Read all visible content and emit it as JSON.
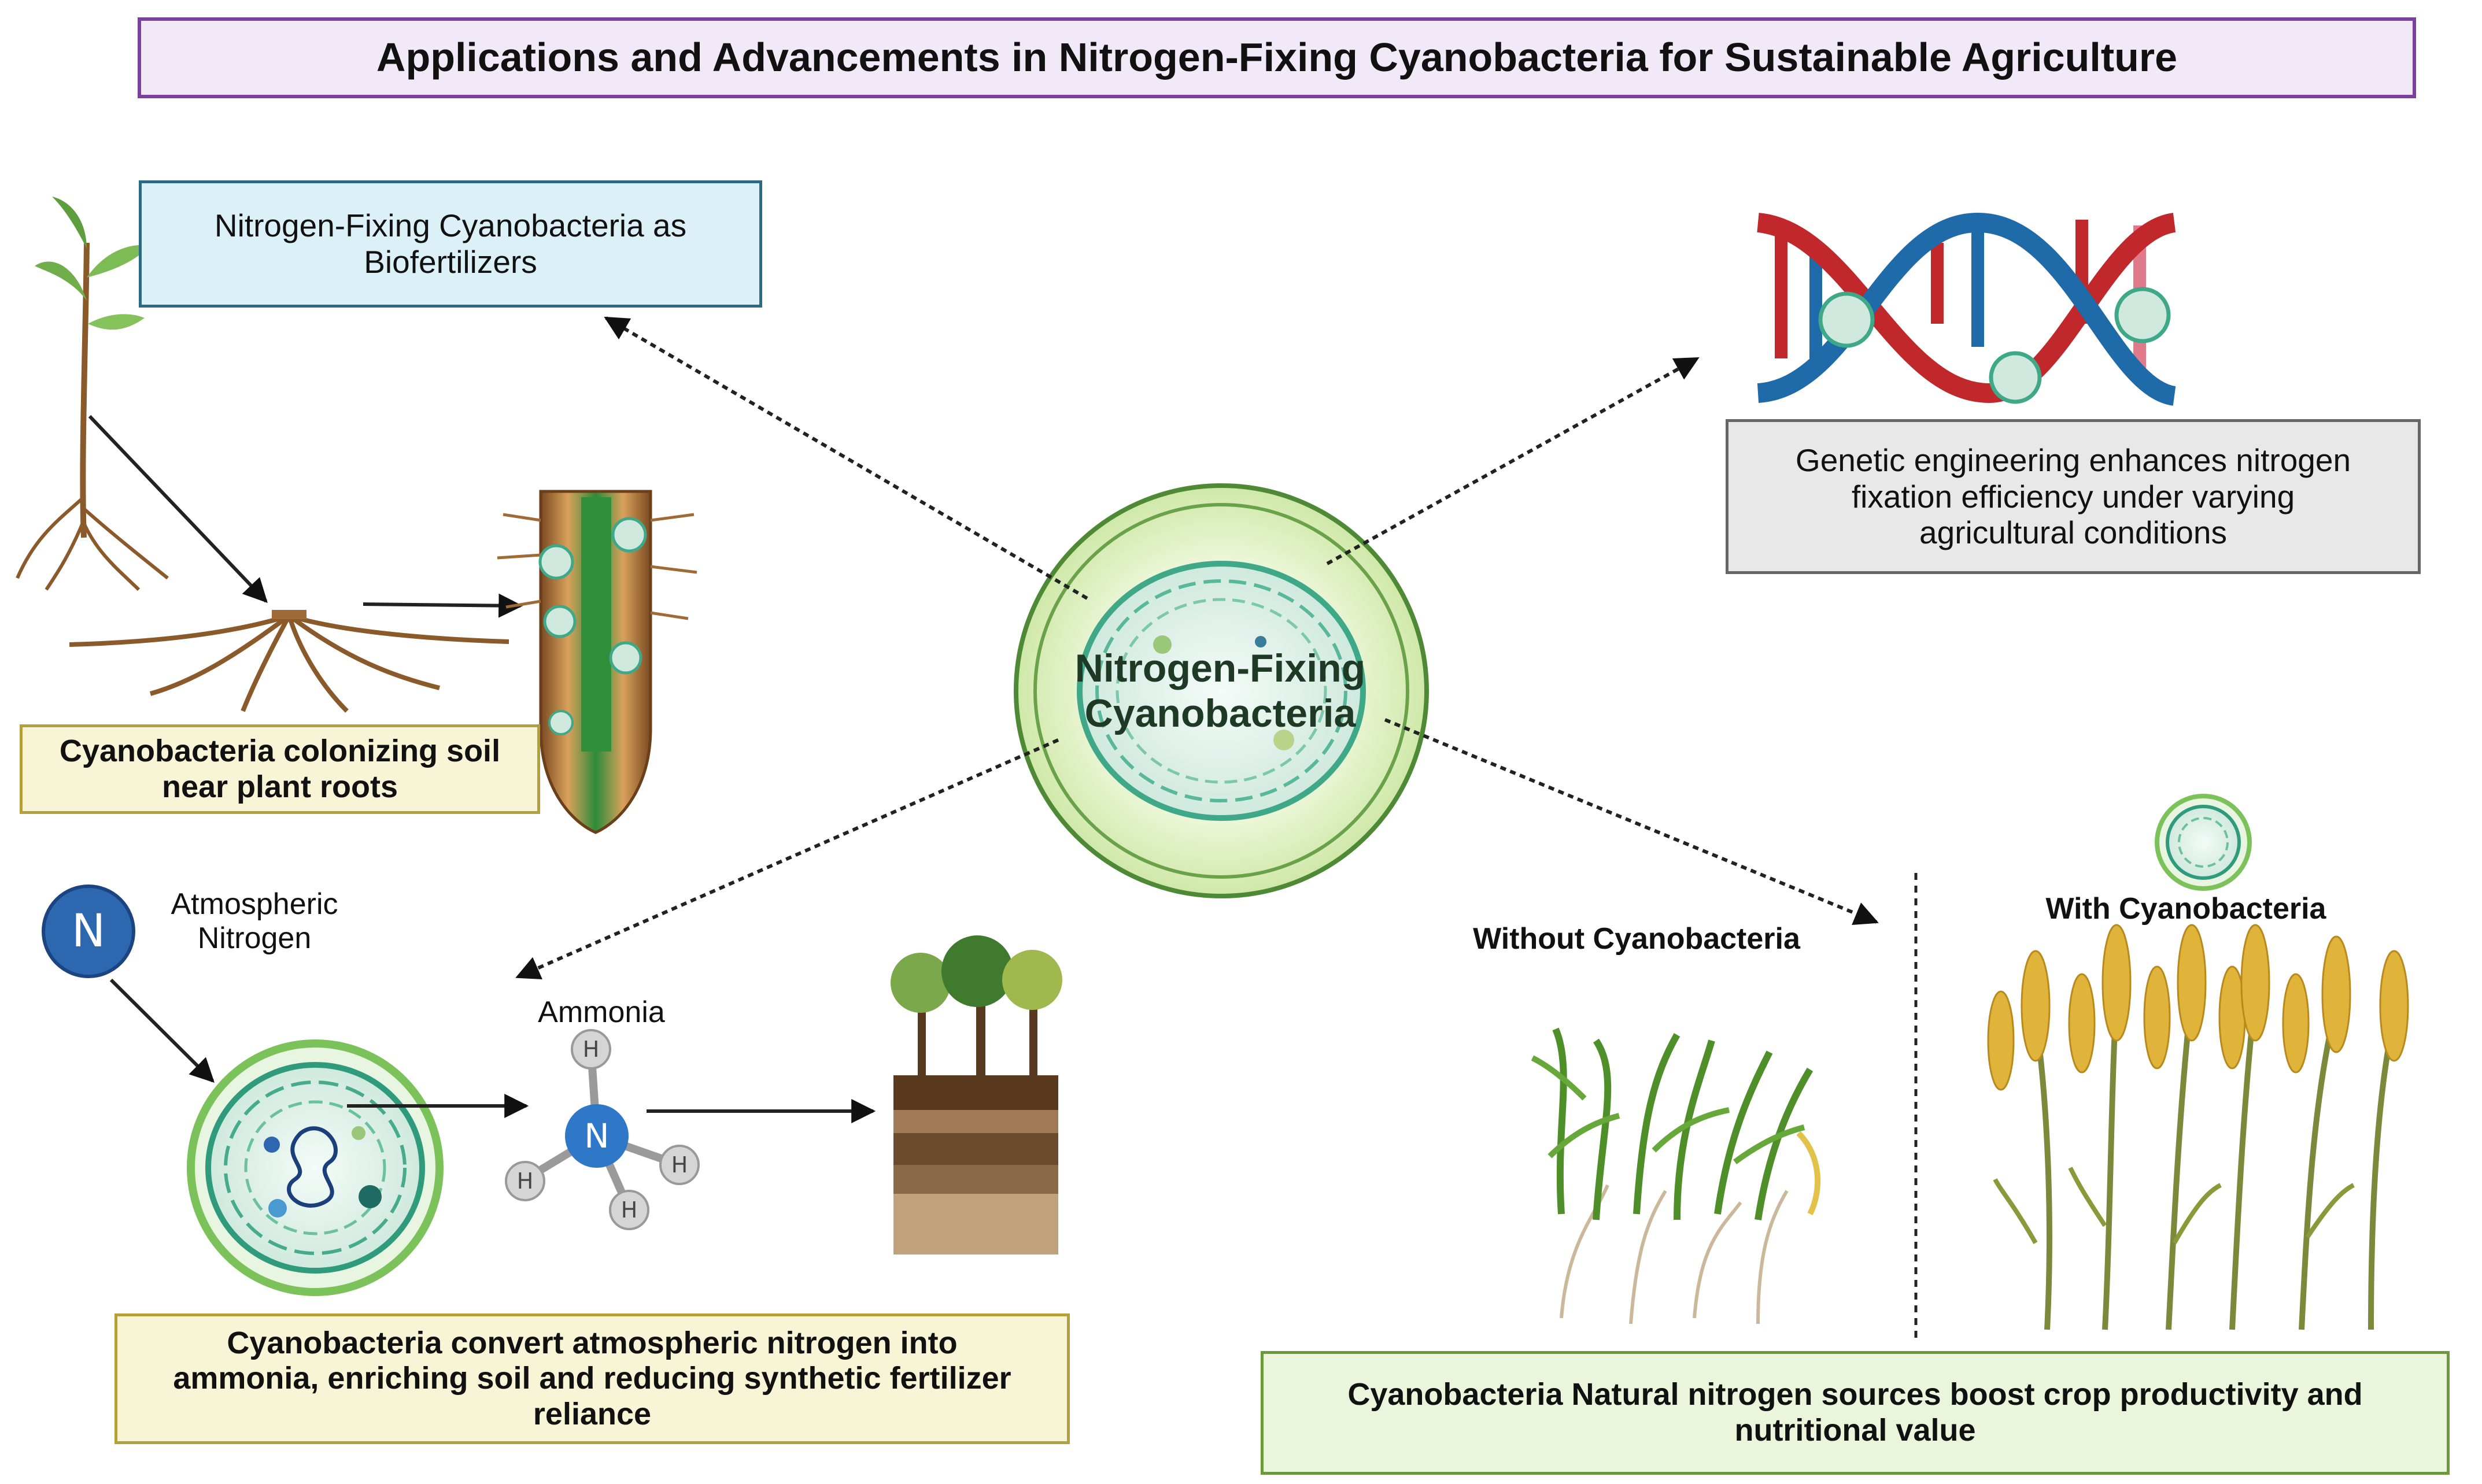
{
  "title": "Applications and Advancements in Nitrogen-Fixing Cyanobacteria for Sustainable Agriculture",
  "center": {
    "label_line1": "Nitrogen-Fixing",
    "label_line2": "Cyanobacteria"
  },
  "biofertilizers": {
    "line1": "Nitrogen-Fixing Cyanobacteria as",
    "line2": "Biofertilizers"
  },
  "genetic": {
    "line1": "Genetic engineering enhances nitrogen",
    "line2": "fixation efficiency under varying",
    "line3": "agricultural conditions"
  },
  "roots": {
    "line1": "Cyanobacteria colonizing soil",
    "line2": "near plant roots"
  },
  "conversion": {
    "atm_line1": "Atmospheric",
    "atm_line2": "Nitrogen",
    "ammonia": "Ammonia",
    "nitrogen_symbol": "N",
    "hydrogen_symbol": "H",
    "line1": "Cyanobacteria convert atmospheric nitrogen into",
    "line2": "ammonia, enriching soil and reducing synthetic fertilizer",
    "line3": "reliance"
  },
  "crops": {
    "without": "Without Cyanobacteria",
    "with": "With Cyanobacteria",
    "line1": "Cyanobacteria Natural nitrogen sources boost crop productivity and",
    "line2": "nutritional value"
  },
  "colors": {
    "purple_border": "#7b3fa0",
    "blue_box": "#dcf0f8",
    "gray_box": "#e8e8e8",
    "yellow_box": "#f8f4d6",
    "green_box": "#eaf5dc",
    "cyan": "#3fa888",
    "dna_red": "#c0282c",
    "dna_blue": "#1f6aa8"
  }
}
